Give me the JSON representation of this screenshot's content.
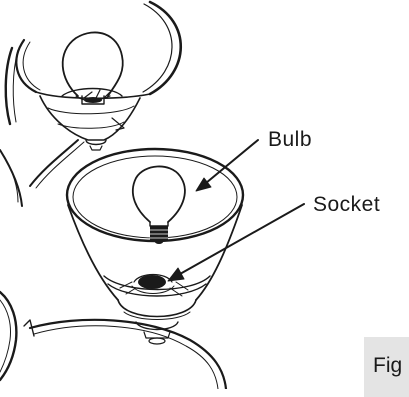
{
  "labels": {
    "bulb": "Bulb",
    "socket": "Socket"
  },
  "caption": {
    "text": "Fig"
  },
  "colors": {
    "line": "#1a1a1a",
    "caption_bg": "#e4e4e4",
    "background": "#ffffff"
  }
}
